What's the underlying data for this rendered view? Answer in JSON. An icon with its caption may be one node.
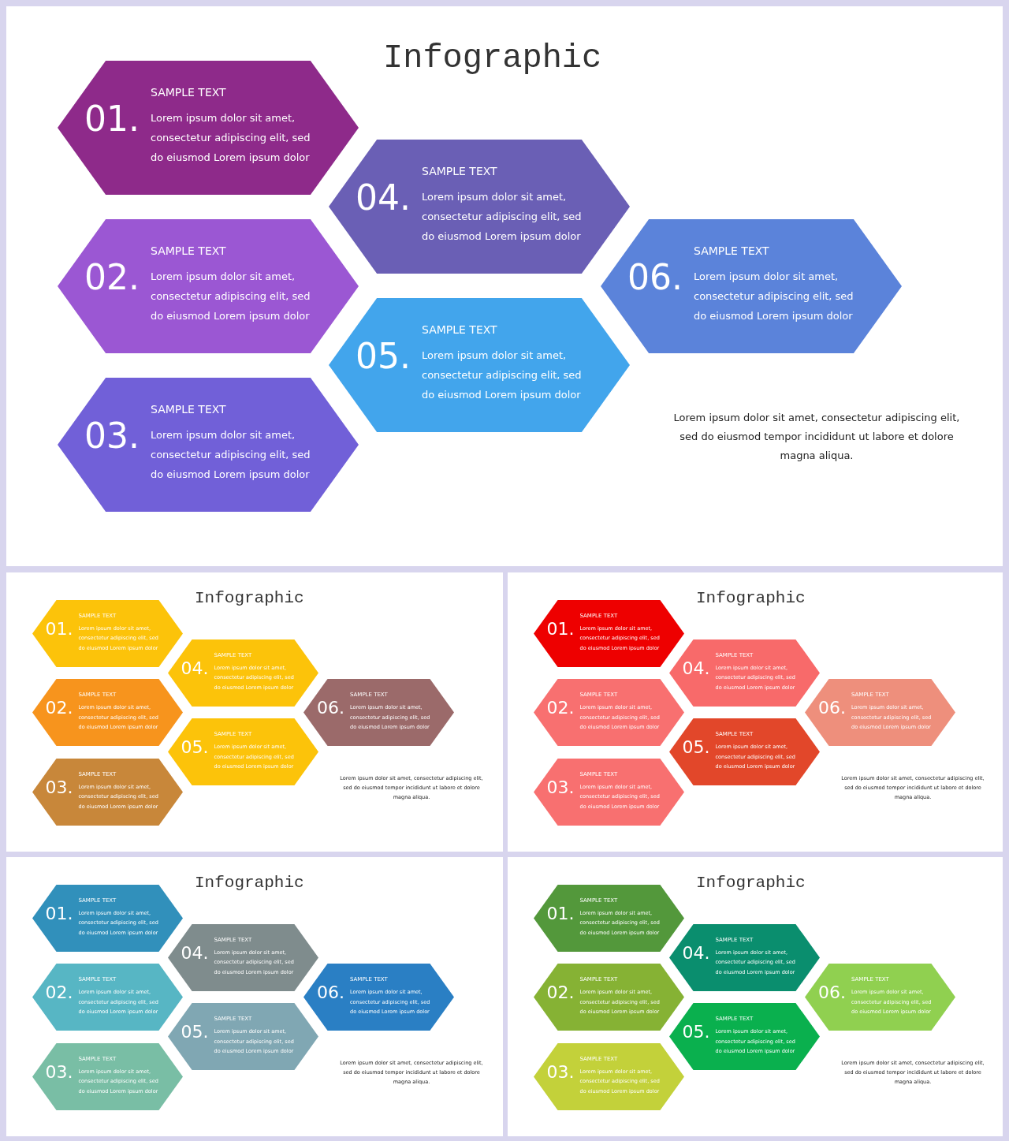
{
  "diagram": {
    "nodes": [
      {
        "text": [
          "Infographic",
          "Lorem ipsum dolor sit amet, consectetur adipiscing elit, sed do eiusmod tempor incididunt ut labore et dolore magna aliqua."
        ]
      },
      {
        "text": [
          "01.",
          "SAMPLE TEXT",
          "Lorem ipsum dolor sit amet, consectetur adipiscing elit, sed do eiusmod Lorem ipsum dolor"
        ],
        "in": 0
      },
      {
        "text": [
          "02.",
          "SAMPLE TEXT",
          "Lorem ipsum dolor sit amet, consectetur adipiscing elit, sed do eiusmod Lorem ipsum dolor"
        ],
        "in": 0
      },
      {
        "text": [
          "03.",
          "SAMPLE TEXT",
          "Lorem ipsum dolor sit amet, consectetur adipiscing elit, sed do eiusmod Lorem ipsum dolor"
        ],
        "in": 0
      },
      {
        "text": [
          "04.",
          "SAMPLE TEXT",
          "Lorem ipsum dolor sit amet, consectetur adipiscing elit, sed do eiusmod Lorem ipsum dolor"
        ],
        "in": 0
      },
      {
        "text": [
          "05.",
          "SAMPLE TEXT",
          "Lorem ipsum dolor sit amet, consectetur adipiscing elit, sed do eiusmod Lorem ipsum dolor"
        ],
        "in": 0
      },
      {
        "text": [
          "06.",
          "SAMPLE TEXT",
          "Lorem ipsum dolor sit amet, consectetur adipiscing elit, sed do eiusmod Lorem ipsum dolor"
        ],
        "in": 0
      },
      {
        "text": [
          "Infographic",
          "Lorem ipsum dolor sit amet, consectetur adipiscing elit, sed do eiusmod tempor incididunt ut labore et dolore magna aliqua."
        ]
      },
      {
        "text": [
          "01.",
          "SAMPLE TEXT",
          "Lorem ipsum dolor sit amet, consectetur adipiscing elit, sed do eiusmod Lorem ipsum dolor"
        ],
        "in": 7
      },
      {
        "text": [
          "02.",
          "SAMPLE TEXT",
          "Lorem ipsum dolor sit amet, consectetur adipiscing elit, sed do eiusmod Lorem ipsum dolor"
        ],
        "in": 7
      },
      {
        "text": [
          "03.",
          "SAMPLE TEXT",
          "Lorem ipsum dolor sit amet, consectetur adipiscing elit, sed do eiusmod Lorem ipsum dolor"
        ],
        "in": 7
      },
      {
        "text": [
          "04.",
          "SAMPLE TEXT",
          "Lorem ipsum dolor sit amet, consectetur adipiscing elit, sed do eiusmod Lorem ipsum dolor"
        ],
        "in": 7
      },
      {
        "text": [
          "05.",
          "SAMPLE TEXT",
          "Lorem ipsum dolor sit amet, consectetur adipiscing elit, sed do eiusmod Lorem ipsum dolor"
        ],
        "in": 7
      },
      {
        "text": [
          "06.",
          "SAMPLE TEXT",
          "Lorem ipsum dolor sit amet, consectetur adipiscing elit, sed do eiusmod Lorem ipsum dolor"
        ],
        "in": 7
      },
      {
        "text": [
          "Infographic",
          "Lorem ipsum dolor sit amet, consectetur adipiscing elit, sed do eiusmod tempor incididunt ut labore et dolore magna aliqua."
        ]
      },
      {
        "text": [
          "01.",
          "SAMPLE TEXT",
          "Lorem ipsum dolor sit amet, consectetur adipiscing elit, sed do eiusmod Lorem ipsum dolor"
        ],
        "in": 14
      },
      {
        "text": [
          "02.",
          "SAMPLE TEXT",
          "Lorem ipsum dolor sit amet, consectetur adipiscing elit, sed do eiusmod Lorem ipsum dolor"
        ],
        "in": 14
      },
      {
        "text": [
          "03.",
          "SAMPLE TEXT",
          "Lorem ipsum dolor sit amet, consectetur adipiscing elit, sed do eiusmod Lorem ipsum dolor"
        ],
        "in": 14
      },
      {
        "text": [
          "04.",
          "SAMPLE TEXT",
          "Lorem ipsum dolor sit amet, consectetur adipiscing elit, sed do eiusmod Lorem ipsum dolor"
        ],
        "in": 14
      },
      {
        "text": [
          "05.",
          "SAMPLE TEXT",
          "Lorem ipsum dolor sit amet, consectetur adipiscing elit, sed do eiusmod Lorem ipsum dolor"
        ],
        "in": 14
      },
      {
        "text": [
          "06.",
          "SAMPLE TEXT",
          "Lorem ipsum dolor sit amet, consectetur adipiscing elit, sed do eiusmod Lorem ipsum dolor"
        ],
        "in": 14
      },
      {
        "text": [
          "Infographic",
          "Lorem ipsum dolor sit amet, consectetur adipiscing elit, sed do eiusmod tempor incididunt ut labore et dolore magna aliqua."
        ]
      },
      {
        "text": [
          "01.",
          "SAMPLE TEXT",
          "Lorem ipsum dolor sit amet, consectetur adipiscing elit, sed do eiusmod Lorem ipsum dolor"
        ],
        "in": 21
      },
      {
        "text": [
          "02.",
          "SAMPLE TEXT",
          "Lorem ipsum dolor sit amet, consectetur adipiscing elit, sed do eiusmod Lorem ipsum dolor"
        ],
        "in": 21
      },
      {
        "text": [
          "03.",
          "SAMPLE TEXT",
          "Lorem ipsum dolor sit amet, consectetur adipiscing elit, sed do eiusmod Lorem ipsum dolor"
        ],
        "in": 21
      },
      {
        "text": [
          "04.",
          "SAMPLE TEXT",
          "Lorem ipsum dolor sit amet, consectetur adipiscing elit, sed do eiusmod Lorem ipsum dolor"
        ],
        "in": 21
      },
      {
        "text": [
          "05.",
          "SAMPLE TEXT",
          "Lorem ipsum dolor sit amet, consectetur adipiscing elit, sed do eiusmod Lorem ipsum dolor"
        ],
        "in": 21
      },
      {
        "text": [
          "06.",
          "SAMPLE TEXT",
          "Lorem ipsum dolor sit amet, consectetur adipiscing elit, sed do eiusmod Lorem ipsum dolor"
        ],
        "in": 21
      },
      {
        "text": [
          "Infographic",
          "Lorem ipsum dolor sit amet, consectetur adipiscing elit, sed do eiusmod tempor incididunt ut labore et dolore magna aliqua."
        ]
      },
      {
        "text": [
          "01.",
          "SAMPLE TEXT",
          "Lorem ipsum dolor sit amet, consectetur adipiscing elit, sed do eiusmod Lorem ipsum dolor"
        ],
        "in": 28
      },
      {
        "text": [
          "02.",
          "SAMPLE TEXT",
          "Lorem ipsum dolor sit amet, consectetur adipiscing elit, sed do eiusmod Lorem ipsum dolor"
        ],
        "in": 28
      },
      {
        "text": [
          "03.",
          "SAMPLE TEXT",
          "Lorem ipsum dolor sit amet, consectetur adipiscing elit, sed do eiusmod Lorem ipsum dolor"
        ],
        "in": 28
      },
      {
        "text": [
          "04.",
          "SAMPLE TEXT",
          "Lorem ipsum dolor sit amet, consectetur adipiscing elit, sed do eiusmod Lorem ipsum dolor"
        ],
        "in": 28
      },
      {
        "text": [
          "05.",
          "SAMPLE TEXT",
          "Lorem ipsum dolor sit amet, consectetur adipiscing elit, sed do eiusmod Lorem ipsum dolor"
        ],
        "in": 28
      },
      {
        "text": [
          "06.",
          "SAMPLE TEXT",
          "Lorem ipsum dolor sit amet, consectetur adipiscing elit, sed do eiusmod Lorem ipsum dolor"
        ],
        "in": 28
      }
    ]
  }
}
